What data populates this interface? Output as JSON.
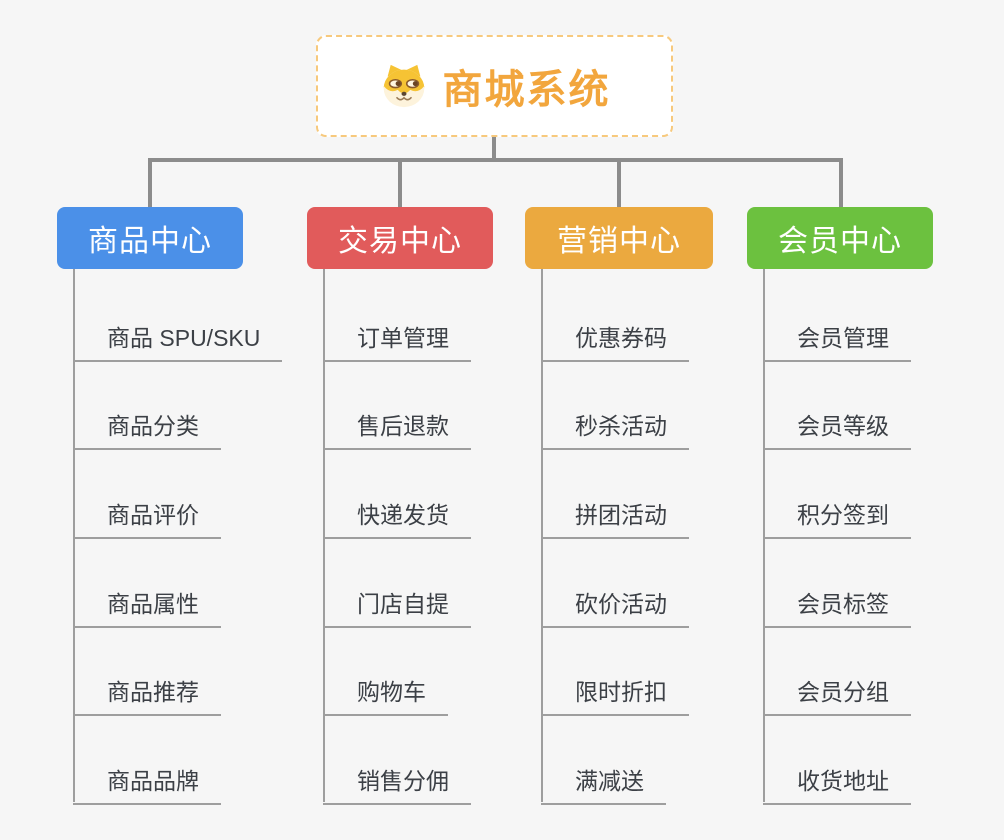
{
  "root": {
    "title": "商城系统",
    "icon": "shiba-dog-icon"
  },
  "columns": [
    {
      "label": "商品中心",
      "color": "#4b90e8",
      "items": [
        "商品 SPU/SKU",
        "商品分类",
        "商品评价",
        "商品属性",
        "商品推荐",
        "商品品牌"
      ]
    },
    {
      "label": "交易中心",
      "color": "#e15b5b",
      "items": [
        "订单管理",
        "售后退款",
        "快递发货",
        "门店自提",
        "购物车",
        "销售分佣"
      ]
    },
    {
      "label": "营销中心",
      "color": "#eba93f",
      "items": [
        "优惠券码",
        "秒杀活动",
        "拼团活动",
        "砍价活动",
        "限时折扣",
        "满减送"
      ]
    },
    {
      "label": "会员中心",
      "color": "#6cc13f",
      "items": [
        "会员管理",
        "会员等级",
        "积分签到",
        "会员标签",
        "会员分组",
        "收货地址"
      ]
    }
  ],
  "colors": {
    "background": "#f6f6f6",
    "root_accent": "#f2a63d",
    "root_border": "#f7c97d",
    "connector": "#8c8c8c",
    "branch_line": "#9e9e9e",
    "leaf_text": "#3c4046"
  }
}
